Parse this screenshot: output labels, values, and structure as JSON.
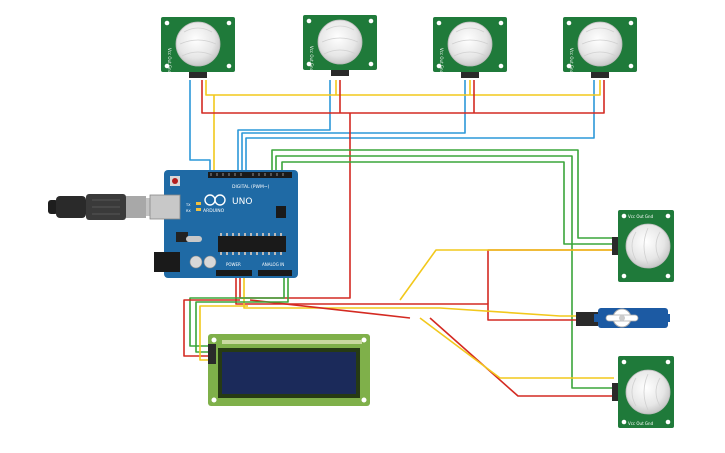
{
  "board": {
    "name": "UNO",
    "brand": "ARDUINO",
    "digital_label": "DIGITAL (PWM~)",
    "analog_label": "ANALOG IN",
    "power_label": "POWER",
    "tx_label": "TX",
    "rx_label": "RX"
  },
  "sensor_labels": {
    "top": "Vcc Out Gnd",
    "side": "Vcc Out Gnd"
  },
  "colors": {
    "board": "#1f6aa5",
    "pcb_green": "#1f7a3a",
    "lcd_screen": "#1b2a5a",
    "lcd_pcb": "#7fb04a",
    "servo": "#1c5aa3",
    "wire_red": "#d42a22",
    "wire_yellow": "#f2c81c",
    "wire_blue": "#2c98d8",
    "wire_green": "#3aa53a"
  }
}
